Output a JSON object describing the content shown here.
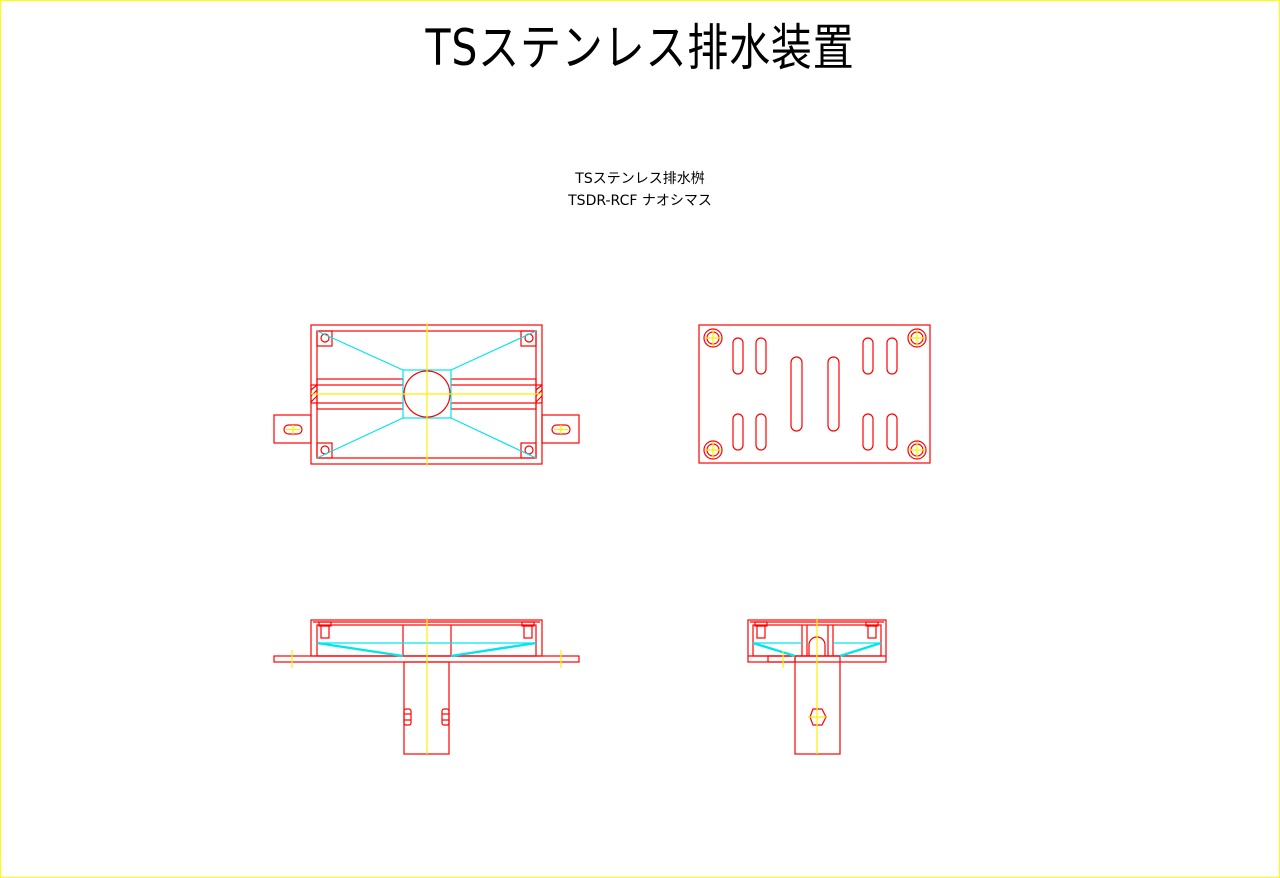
{
  "title": "TSステンレス排水装置",
  "product": {
    "name": "TSステンレス排水桝",
    "model": "TSDR-RCF ナオシマス"
  },
  "colors": {
    "outline": "#ff0000",
    "hidden": "#00e5ee",
    "center": "#ffee00",
    "frame": "#ffff00"
  }
}
